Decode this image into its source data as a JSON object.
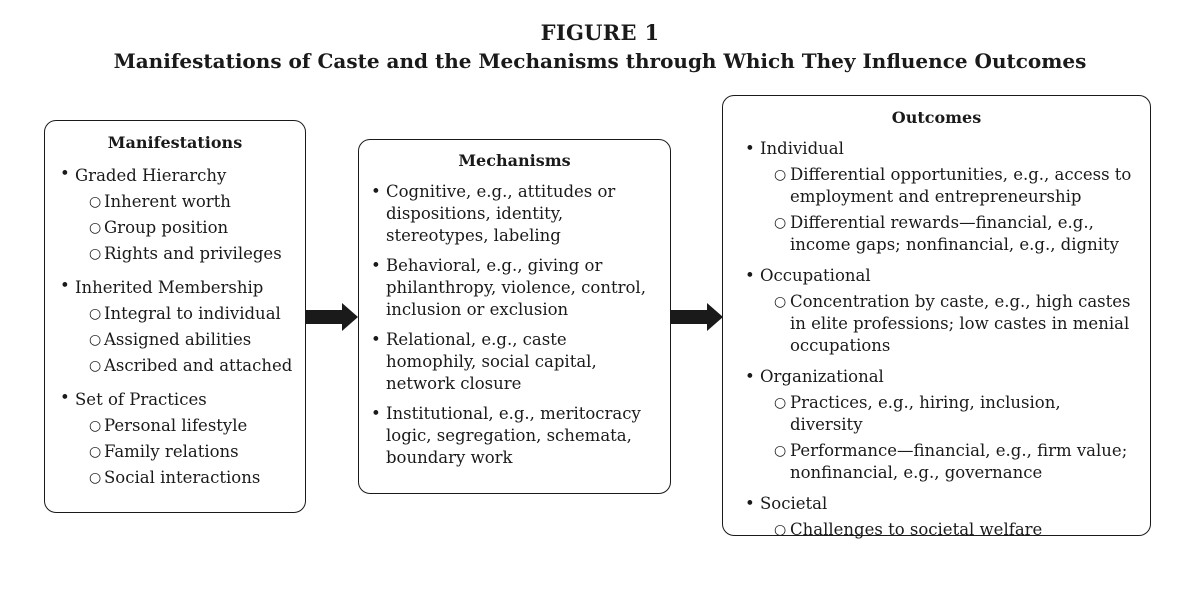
{
  "figure": {
    "label": "FIGURE 1",
    "title": "Manifestations of Caste and the Mechanisms through Which They Influence Outcomes"
  },
  "manifestations": {
    "heading": "Manifestations",
    "items": [
      {
        "label": "Graded Hierarchy",
        "subitems": [
          "Inherent worth",
          "Group position",
          "Rights and privileges"
        ]
      },
      {
        "label": "Inherited Membership",
        "subitems": [
          "Integral to individual",
          "Assigned abilities",
          "Ascribed and attached"
        ]
      },
      {
        "label": "Set of Practices",
        "subitems": [
          "Personal lifestyle",
          "Family relations",
          "Social interactions"
        ]
      }
    ]
  },
  "mechanisms": {
    "heading": "Mechanisms",
    "items": [
      "Cognitive, e.g., attitudes or dispositions, identity, stereotypes, labeling",
      "Behavioral, e.g., giving or philanthropy, violence, control, inclusion or exclusion",
      "Relational, e.g., caste homophily, social capital, network closure",
      "Institutional, e.g., meritocracy logic, segregation, schemata, boundary work"
    ]
  },
  "outcomes": {
    "heading": "Outcomes",
    "items": [
      {
        "label": "Individual",
        "subitems": [
          "Differential opportunities, e.g., access to employment and entrepreneurship",
          "Differential rewards—financial, e.g., income gaps; nonfinancial, e.g., dignity"
        ]
      },
      {
        "label": "Occupational",
        "subitems": [
          "Concentration by caste, e.g., high castes in elite professions; low castes in menial occupations"
        ]
      },
      {
        "label": "Organizational",
        "subitems": [
          "Practices, e.g., hiring, inclusion, diversity",
          "Performance—financial, e.g., firm value; nonfinancial, e.g., governance"
        ]
      },
      {
        "label": "Societal",
        "subitems": [
          "Challenges to societal welfare"
        ]
      }
    ]
  },
  "glyphs": {
    "bullet": "•",
    "sub_bullet": "○"
  },
  "colors": {
    "ink": "#1a1a1a",
    "background": "#ffffff"
  }
}
